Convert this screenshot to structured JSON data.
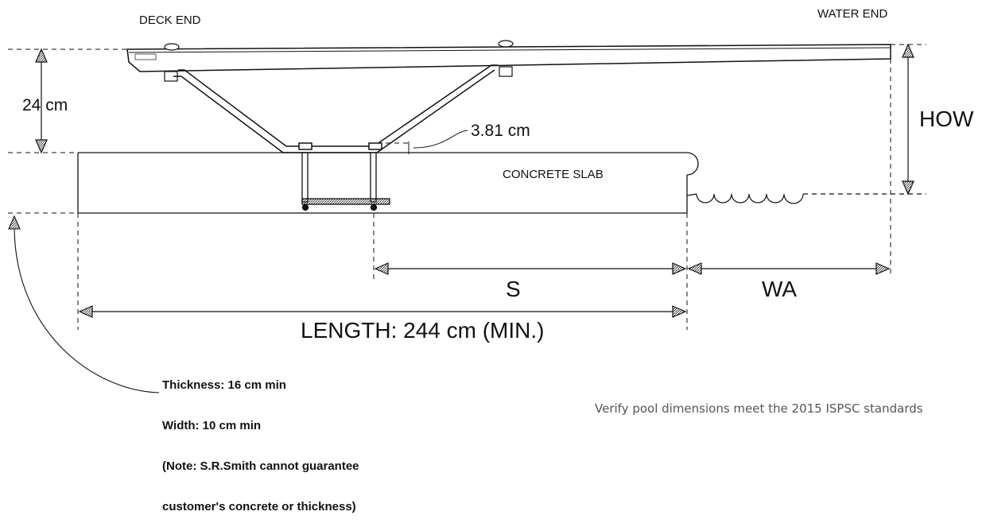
{
  "labels": {
    "deck_end": "DECK END",
    "water_end": "WATER END",
    "height_24": "24 cm",
    "how": "HOW",
    "dim_381": "3.81 cm",
    "concrete_slab": "CONCRETE SLAB",
    "s": "S",
    "wa": "WA",
    "length": "LENGTH: 244 cm (MIN.)"
  },
  "note": {
    "line1": "Thickness: 16 cm min",
    "line2": "Width: 10 cm min",
    "line3": "(Note: S.R.Smith cannot guarantee",
    "line4": "customer's concrete or thickness)"
  },
  "footer": {
    "text": "Verify pool dimensions meet the 2015 ISPSC standards"
  }
}
